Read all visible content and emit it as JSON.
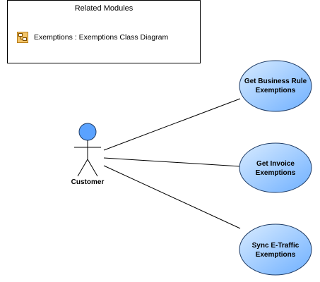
{
  "related_modules": {
    "title": "Related Modules",
    "items": [
      {
        "label": "Exemptions : Exemptions Class Diagram",
        "icon": "class-diagram-icon"
      }
    ]
  },
  "actor": {
    "name": "Customer",
    "fill": "#5aa2ff"
  },
  "use_cases": [
    {
      "line1": "Get Business Rule",
      "line2": "Exemptions"
    },
    {
      "line1": "Get Invoice",
      "line2": "Exemptions"
    },
    {
      "line1": "Sync E-Traffic",
      "line2": "Exemptions"
    }
  ],
  "colors": {
    "ellipse_light": "#d8ebff",
    "ellipse_dark": "#6fb0ff",
    "stroke": "#1f3c66"
  }
}
